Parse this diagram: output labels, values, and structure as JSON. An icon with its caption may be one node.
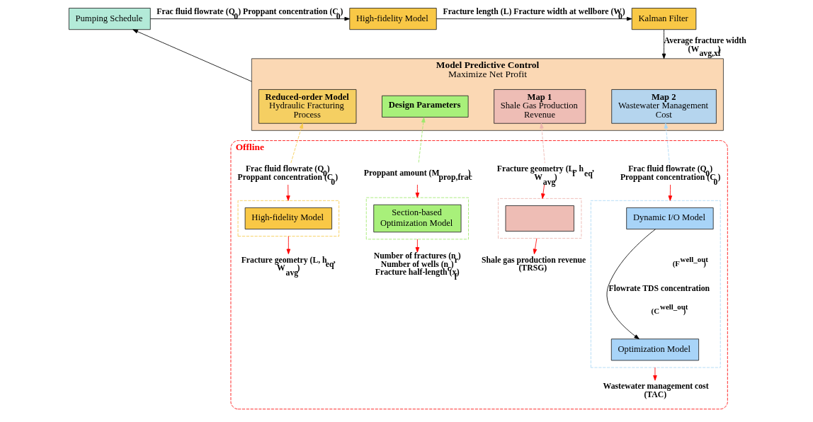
{
  "diagram": {
    "nodes": [
      {
        "text": [
          "Pumping Schedule"
        ]
      },
      {
        "text": [
          "High-fidelity Model"
        ]
      },
      {
        "text": [
          "Kalman Filter"
        ]
      },
      {
        "text": [
          "Model Predictive Control",
          "Maximize Net Profit"
        ]
      },
      {
        "text": [
          "Reduced-order Model",
          "Hydraulic Fracturing Process"
        ],
        "in": 3
      },
      {
        "text": [
          "Design Parameters"
        ],
        "in": 3
      },
      {
        "text": [
          "Map 1",
          "Shale Gas Production Revenue"
        ],
        "in": 3
      },
      {
        "text": [
          "Map 2",
          "Wastewater Management Cost"
        ],
        "in": 3
      },
      {
        "text": [
          "Offline"
        ]
      },
      {
        "text": [
          "Frac fluid flowrate (Q$_{0}$)",
          "Proppant concentration (C$_{0}$)"
        ],
        "in": 8
      },
      {
        "text": [],
        "shape": "box",
        "in": 8
      },
      {
        "text": [
          "High-fidelity Model"
        ],
        "in": 10
      },
      {
        "text": [
          "Fracture geometry (L, h$_{eq}$, W$_{avg}$)"
        ],
        "in": 8
      },
      {
        "text": [
          "Proppant amount (M$_{prop,frac}$)"
        ],
        "in": 8
      },
      {
        "text": [],
        "shape": "box",
        "in": 8
      },
      {
        "text": [
          "Section-based Optimization Model"
        ],
        "in": 14
      },
      {
        "text": [
          "Number of fractures (n$_{r}$)",
          "Number of wells (n$_{c}$)",
          "Fracture half-length (x$_{f}$)"
        ],
        "in": 8
      },
      {
        "text": [
          "Fracture geometry (L$_{f}$, h$_{eq}$, W$_{avg}$)"
        ],
        "in": 8
      },
      {
        "text": [],
        "shape": "box",
        "in": 8
      },
      {
        "text": [],
        "shape": "box",
        "in": 18
      },
      {
        "text": [
          "Shale gas production revenue (TRSG)"
        ],
        "in": 8
      },
      {
        "text": [
          "Frac fluid flowrate (Q$_{0}$)",
          "Proppant concentration (C$_{0}$)"
        ],
        "in": 8
      },
      {
        "text": [],
        "shape": "box",
        "in": 8
      },
      {
        "text": [
          "Dynamic I/O Model"
        ],
        "in": 22
      },
      {
        "text": [
          "Optimization Model"
        ],
        "in": 22
      },
      {
        "text": [
          "Wastewater management cost (TAC)"
        ],
        "in": 8
      }
    ],
    "edges": [
      {
        "from": 0,
        "to": 1,
        "arrow": "to",
        "color": "#000000",
        "label": "Frac fluid flowrate (Q$_{0}$) Proppant concentration (C$_{0}$)"
      },
      {
        "from": 1,
        "to": 2,
        "arrow": "to",
        "color": "#000000",
        "label": "Fracture length (L) Fracture width at wellbore (W$_{0}$)"
      },
      {
        "from": 2,
        "to": 3,
        "arrow": "to",
        "color": "#000000",
        "label": "Average fracture width (W$_{avg,xf}$)"
      },
      {
        "from": 3,
        "to": 0,
        "arrow": "to",
        "color": "#000000"
      },
      {
        "from": 9,
        "to": 4,
        "arrow": "to",
        "style": "dashed",
        "color": "#f7c948"
      },
      {
        "from": 13,
        "to": 5,
        "arrow": "to",
        "style": "dashed",
        "color": "#9ee86a"
      },
      {
        "from": 17,
        "to": 6,
        "arrow": "to",
        "style": "dashed",
        "color": "#ecb3ad"
      },
      {
        "from": 21,
        "to": 7,
        "arrow": "to",
        "style": "dashed",
        "color": "#a9d6f5"
      },
      {
        "from": 9,
        "to": 10,
        "arrow": "to",
        "color": "#ff0000"
      },
      {
        "from": 10,
        "to": 12,
        "arrow": "to",
        "color": "#ff0000"
      },
      {
        "from": 13,
        "to": 14,
        "arrow": "to",
        "color": "#ff0000"
      },
      {
        "from": 14,
        "to": 16,
        "arrow": "to",
        "color": "#ff0000"
      },
      {
        "from": 17,
        "to": 18,
        "arrow": "to",
        "color": "#ff0000"
      },
      {
        "from": 18,
        "to": 20,
        "arrow": "to",
        "color": "#ff0000"
      },
      {
        "from": 21,
        "to": 22,
        "arrow": "to",
        "color": "#ff0000"
      },
      {
        "from": 23,
        "to": 24,
        "arrow": "to",
        "color": "#000000",
        "label": "Flowrate TDS concentration"
      },
      {
        "from": 22,
        "to": 25,
        "arrow": "to",
        "color": "#ff0000"
      }
    ],
    "labels": [
      "(F$^{well_out}$)",
      "(C$^{well_out}$)"
    ]
  }
}
